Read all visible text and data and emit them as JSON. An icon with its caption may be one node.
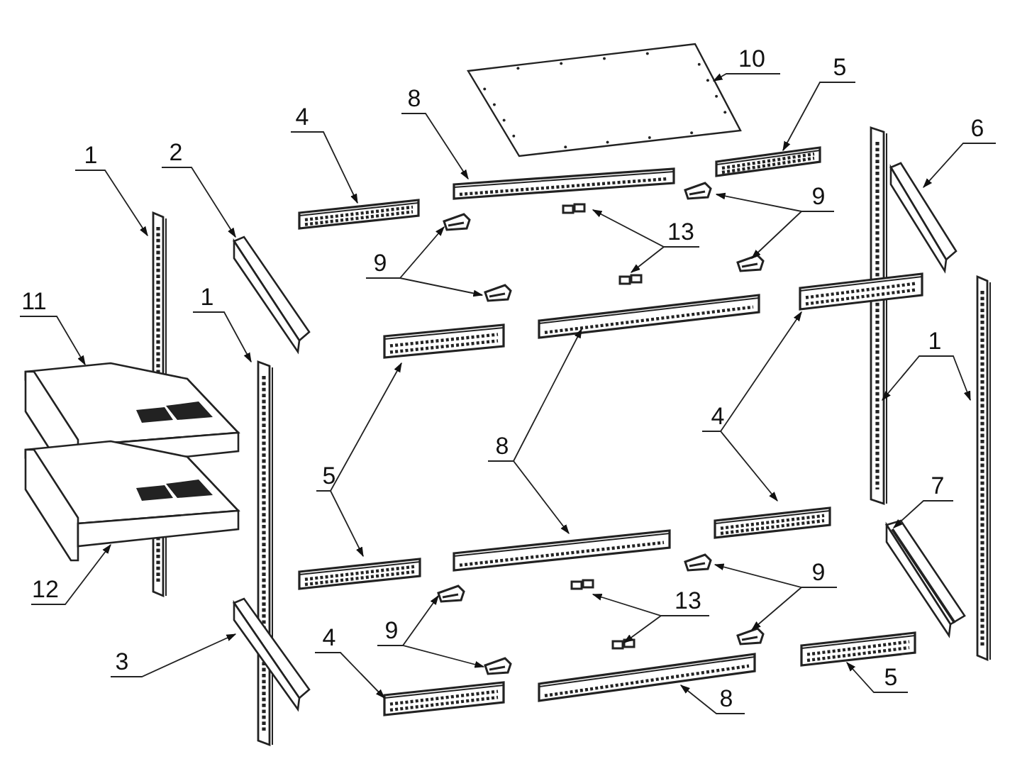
{
  "diagram": {
    "nodes": [
      {
        "text": [
          "10"
        ]
      },
      {
        "text": [
          "5"
        ]
      },
      {
        "text": [
          "8"
        ]
      },
      {
        "text": [
          "4"
        ]
      },
      {
        "text": [
          "6"
        ]
      },
      {
        "text": [
          "1"
        ]
      },
      {
        "text": [
          "2"
        ]
      },
      {
        "text": [
          "9"
        ]
      },
      {
        "text": [
          "13"
        ]
      },
      {
        "text": [
          "9"
        ]
      },
      {
        "text": [
          "11"
        ]
      },
      {
        "text": [
          "1"
        ]
      },
      {
        "text": [
          "1"
        ]
      },
      {
        "text": [
          "5"
        ]
      },
      {
        "text": [
          "8"
        ]
      },
      {
        "text": [
          "4"
        ]
      },
      {
        "text": [
          "7"
        ]
      },
      {
        "text": [
          "12"
        ]
      },
      {
        "text": [
          "9"
        ]
      },
      {
        "text": [
          "13"
        ]
      },
      {
        "text": [
          "9"
        ]
      },
      {
        "text": [
          "4"
        ]
      },
      {
        "text": [
          "3"
        ]
      },
      {
        "text": [
          "8"
        ]
      },
      {
        "text": [
          "5"
        ]
      },
      {
        "text": [],
        "shape": "picture"
      },
      {
        "text": [],
        "shape": "picture"
      },
      {
        "text": [],
        "shape": "picture"
      },
      {
        "text": [],
        "shape": "picture"
      },
      {
        "text": [],
        "shape": "picture"
      },
      {
        "text": [],
        "shape": "picture"
      },
      {
        "text": [],
        "shape": "picture"
      },
      {
        "text": [],
        "shape": "picture"
      },
      {
        "text": [],
        "shape": "picture"
      },
      {
        "text": [],
        "shape": "picture"
      },
      {
        "text": [],
        "shape": "picture"
      },
      {
        "text": [],
        "shape": "picture"
      },
      {
        "text": [],
        "shape": "picture"
      },
      {
        "text": [],
        "shape": "picture"
      },
      {
        "text": [],
        "shape": "picture"
      },
      {
        "text": [],
        "shape": "picture"
      },
      {
        "text": [],
        "shape": "picture"
      },
      {
        "text": [],
        "shape": "picture"
      },
      {
        "text": [],
        "shape": "picture"
      },
      {
        "text": [],
        "shape": "picture"
      },
      {
        "text": [],
        "shape": "picture"
      },
      {
        "text": [],
        "shape": "picture"
      },
      {
        "text": [],
        "shape": "picture"
      },
      {
        "text": [],
        "shape": "picture"
      },
      {
        "text": [],
        "shape": "picture"
      },
      {
        "text": [],
        "shape": "picture"
      },
      {
        "text": [],
        "shape": "picture"
      },
      {
        "text": [],
        "shape": "picture"
      },
      {
        "text": [],
        "shape": "picture"
      },
      {
        "text": [],
        "shape": "picture"
      },
      {
        "text": [],
        "shape": "picture"
      },
      {
        "text": [],
        "shape": "picture"
      },
      {
        "text": [],
        "shape": "picture"
      },
      {
        "text": [],
        "shape": "picture"
      },
      {
        "text": [],
        "shape": "picture"
      }
    ],
    "edges": [
      {
        "from": 0,
        "to": 25,
        "arrow": "to"
      },
      {
        "from": 1,
        "to": 26,
        "arrow": "to"
      },
      {
        "from": 2,
        "to": 27,
        "arrow": "to"
      },
      {
        "from": 3,
        "to": 28,
        "arrow": "to"
      },
      {
        "from": 4,
        "to": 29,
        "arrow": "to"
      },
      {
        "from": 5,
        "to": 30,
        "arrow": "to"
      },
      {
        "from": 6,
        "to": 31,
        "arrow": "to"
      },
      {
        "from": 11,
        "to": 32,
        "arrow": "to"
      },
      {
        "from": 10,
        "to": 33,
        "arrow": "to"
      },
      {
        "from": 7,
        "to": 34,
        "arrow": "to"
      },
      {
        "from": 7,
        "to": 35,
        "arrow": "to"
      },
      {
        "from": 8,
        "to": 36,
        "arrow": "to"
      },
      {
        "from": 8,
        "to": 37,
        "arrow": "to"
      },
      {
        "from": 9,
        "to": 38,
        "arrow": "to"
      },
      {
        "from": 9,
        "to": 39,
        "arrow": "to"
      },
      {
        "from": 12,
        "to": 40,
        "arrow": "to"
      },
      {
        "from": 12,
        "to": 41,
        "arrow": "to"
      },
      {
        "from": 15,
        "to": 42,
        "arrow": "to"
      },
      {
        "from": 13,
        "to": 43,
        "arrow": "to"
      },
      {
        "from": 14,
        "to": 44,
        "arrow": "to"
      },
      {
        "from": 15,
        "to": 45,
        "arrow": "to"
      },
      {
        "from": 13,
        "to": 46,
        "arrow": "to"
      },
      {
        "from": 14,
        "to": 47,
        "arrow": "to"
      },
      {
        "from": 17,
        "to": 48,
        "arrow": "to"
      },
      {
        "from": 22,
        "to": 49,
        "arrow": "to"
      },
      {
        "from": 18,
        "to": 50,
        "arrow": "to"
      },
      {
        "from": 18,
        "to": 51,
        "arrow": "to"
      },
      {
        "from": 19,
        "to": 52,
        "arrow": "to"
      },
      {
        "from": 19,
        "to": 53,
        "arrow": "to"
      },
      {
        "from": 20,
        "to": 54,
        "arrow": "to"
      },
      {
        "from": 20,
        "to": 55,
        "arrow": "to"
      },
      {
        "from": 16,
        "to": 56,
        "arrow": "to"
      },
      {
        "from": 21,
        "to": 57,
        "arrow": "to"
      },
      {
        "from": 23,
        "to": 58,
        "arrow": "to"
      },
      {
        "from": 24,
        "to": 59,
        "arrow": "to"
      }
    ]
  }
}
